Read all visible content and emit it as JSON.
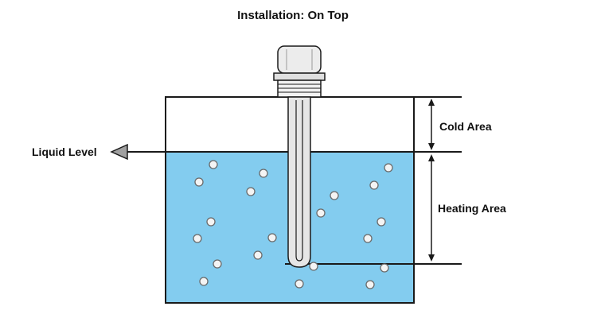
{
  "title": "Installation: On Top",
  "labels": {
    "liquid_level": "Liquid Level",
    "cold_area": "Cold Area",
    "heating_area": "Heating Area"
  },
  "colors": {
    "liquid": "#83ccef",
    "outline": "#1a1a1a",
    "heater_body": "#e6e6e6",
    "bubble": "#f4f4f4"
  }
}
